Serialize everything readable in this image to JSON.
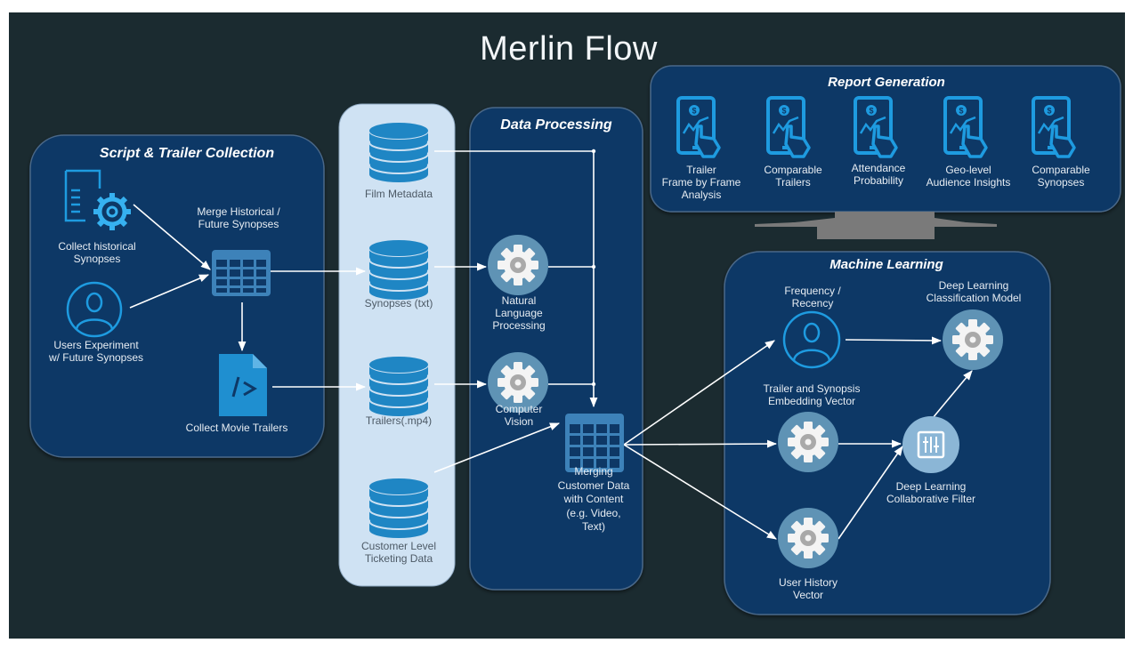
{
  "title": "Merlin Flow",
  "colors": {
    "background": "#1b2b30",
    "panel": "#0e3866",
    "panel_border": "#4a6788",
    "data_column": "#cfe2f3",
    "icon_blue": "#1e9be0",
    "db_blue": "#1f86c4",
    "gear_circle": "#5f93b5",
    "gear": "#f4f4f4",
    "arrow": "#ffffff",
    "big_arrow": "#7a7a7a"
  },
  "sections": {
    "collection": {
      "title": "Script & Trailer Collection",
      "nodes": {
        "historical": {
          "icon": "document-gear-icon",
          "label": [
            "Collect historical",
            "Synopses"
          ]
        },
        "users": {
          "icon": "user-circle-icon",
          "label": [
            "Users Experiment",
            "w/ Future Synopses"
          ]
        },
        "merge": {
          "icon": "table-icon",
          "label": [
            "Merge Historical /",
            "Future Synopses"
          ]
        },
        "trailers": {
          "icon": "code-file-icon",
          "label": [
            "Collect Movie Trailers"
          ]
        }
      }
    },
    "data_stores": {
      "items": [
        {
          "icon": "database-icon",
          "label": [
            "Film Metadata"
          ]
        },
        {
          "icon": "database-icon",
          "label": [
            "Synopses (txt)"
          ]
        },
        {
          "icon": "database-icon",
          "label": [
            "Trailers(.mp4)"
          ]
        },
        {
          "icon": "database-icon",
          "label": [
            "Customer Level",
            "Ticketing Data"
          ]
        }
      ]
    },
    "processing": {
      "title": "Data Processing",
      "nodes": {
        "nlp": {
          "icon": "gear-icon",
          "label": [
            "Natural",
            "Language",
            "Processing"
          ]
        },
        "cv": {
          "icon": "gear-icon",
          "label": [
            "Computer",
            "Vision"
          ]
        },
        "merge": {
          "icon": "table-icon",
          "label": [
            "Merging",
            "Customer Data",
            "with Content",
            "(e.g. Video,",
            "Text)"
          ]
        }
      }
    },
    "report": {
      "title": "Report Generation",
      "items": [
        {
          "icon": "tablet-report-icon",
          "label": [
            "Trailer",
            "Frame by Frame",
            "Analysis"
          ]
        },
        {
          "icon": "tablet-report-icon",
          "label": [
            "Comparable",
            "Trailers"
          ]
        },
        {
          "icon": "tablet-report-icon",
          "label": [
            "Attendance",
            "Probability"
          ]
        },
        {
          "icon": "tablet-report-icon",
          "label": [
            "Geo-level",
            "Audience Insights"
          ]
        },
        {
          "icon": "tablet-report-icon",
          "label": [
            "Comparable",
            "Synopses"
          ]
        }
      ]
    },
    "ml": {
      "title": "Machine Learning",
      "nodes": {
        "freq": {
          "icon": "user-circle-icon",
          "label": [
            "Frequency /",
            "Recency"
          ]
        },
        "embed": {
          "icon": "gear-icon",
          "label": [
            "Trailer and Synopsis",
            "Embedding Vector"
          ]
        },
        "history": {
          "icon": "gear-icon",
          "label": [
            "User History",
            "Vector"
          ]
        },
        "collab": {
          "icon": "filter-grid-icon",
          "label": [
            "Deep Learning",
            "Collaborative Filter"
          ]
        },
        "classify": {
          "icon": "gear-icon",
          "label": [
            "Deep Learning",
            "Classification Model"
          ]
        }
      }
    }
  }
}
